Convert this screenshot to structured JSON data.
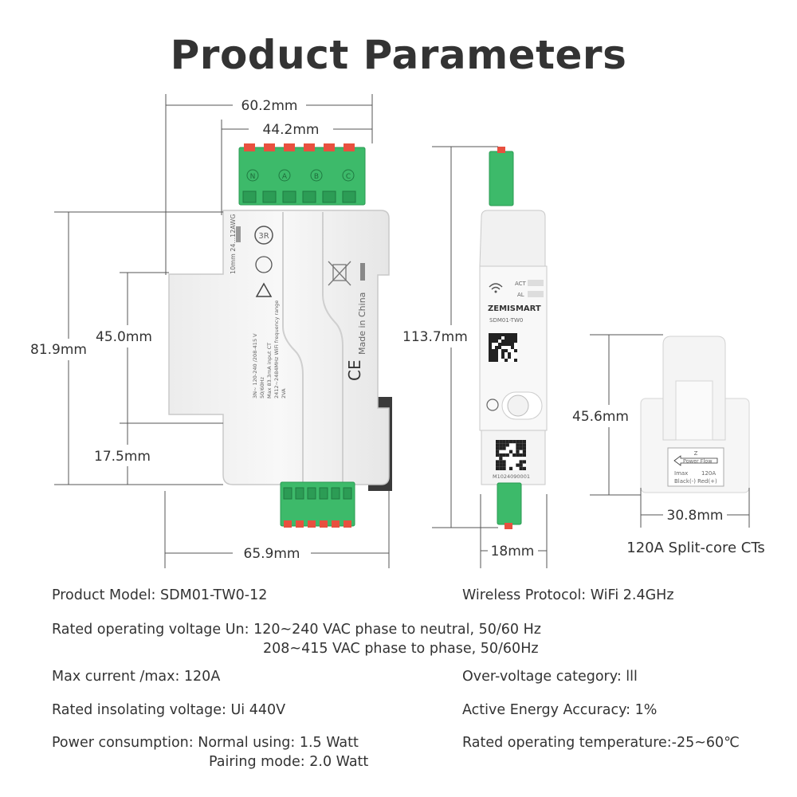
{
  "title": "Product Parameters",
  "dimensions": {
    "front_width_outer": "60.2mm",
    "front_width_terminal": "44.2mm",
    "front_height_total": "81.9mm",
    "front_height_mid": "45.0mm",
    "front_height_low": "17.5mm",
    "front_width_base": "65.9mm",
    "side_height": "113.7mm",
    "side_width": "18mm",
    "ct_height": "45.6mm",
    "ct_width": "30.8mm"
  },
  "ct_caption": "120A Split-core CTs",
  "device_labels": {
    "brand": "ZEMISMART",
    "side_model": "SDM01-TW0",
    "act": "ACT",
    "al": "AL",
    "serial": "M1024090001",
    "ce": "CE",
    "made_in": "Made in China",
    "wire_spec": "10mm  24...12AWG",
    "cert_3r": "3R",
    "terminals_top": [
      "N",
      "A",
      "B",
      "C"
    ],
    "spec_lines": [
      "3N~ 120-240 /208-415 V",
      "50/60Hz",
      "Max 83.3mA input CT",
      "2412~2484MHz WiFi frequency range",
      "2VA"
    ],
    "ct_z": "Z",
    "ct_flow": "Power Flow",
    "ct_imax": "Imax",
    "ct_imax_value": "120A",
    "ct_wires": "Black(-) Red(+)"
  },
  "specs": {
    "model": "Product Model: SDM01-TW0-12",
    "wireless": "Wireless Protocol: WiFi 2.4GHz",
    "voltage_line1": "Rated operating voltage Un: 120~240 VAC phase to neutral, 50/60 Hz",
    "voltage_line2": "208~415 VAC phase to phase, 50/60Hz",
    "max_current": "Max current /max: 120A",
    "overvoltage": "Over-voltage category: lll",
    "insulating": "Rated insolating voltage: Ui 440V",
    "accuracy": "Active Energy Accuracy: 1%",
    "power_line1": "Power consumption: Normal using: 1.5 Watt",
    "power_line2": "Pairing mode: 2.0 Watt",
    "temperature": "Rated operating temperature:-25~60℃"
  },
  "colors": {
    "terminal_green": "#3dba6a",
    "terminal_red": "#e8503f",
    "body_white": "#f4f4f4",
    "outline": "#c9c9c9",
    "dim_line": "#555555"
  }
}
